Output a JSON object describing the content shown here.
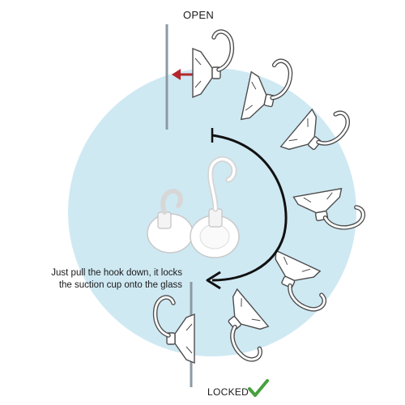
{
  "labels": {
    "open": "OPEN",
    "locked": "LOCKED",
    "instruction_line1": "Just pull the hook down, it locks",
    "instruction_line2": "the suction cup onto the glass"
  },
  "icons": [
    "checkmark-icon",
    "left-arrow-icon",
    "rotation-arrow-icon",
    "suction-hook-icon"
  ],
  "colors": {
    "circle": "#cfe9f3",
    "outline": "#4d4d4d",
    "arrow_red": "#b5272d",
    "check_green": "#46a03c",
    "glass": "#8c9aa3",
    "rotation_arrow": "#111111"
  }
}
